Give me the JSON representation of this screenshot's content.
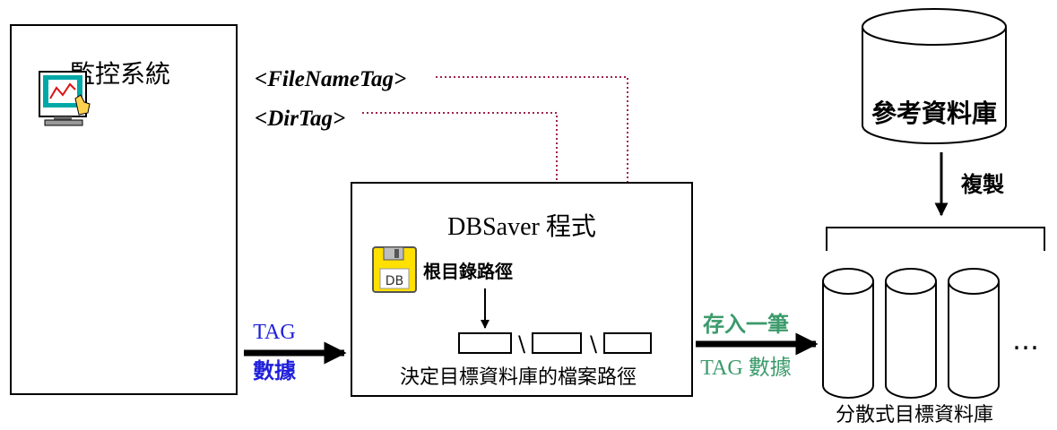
{
  "scada": {
    "title": "監控系統"
  },
  "tags": {
    "file_name_tag": "<FileNameTag>",
    "dir_tag": "<DirTag>"
  },
  "ref_db": {
    "label": "參考資料庫"
  },
  "copy": {
    "label": "複製"
  },
  "dbsaver": {
    "title": "DBSaver 程式",
    "floppy_text": "DB",
    "root_path": "根目錄路徑",
    "separator": "\\",
    "caption": "決定目標資料庫的檔案路徑"
  },
  "input_arrow": {
    "line1": "TAG",
    "line2": "數據"
  },
  "output_arrow": {
    "line1": "存入一筆",
    "line2": "TAG 數據"
  },
  "distributed": {
    "ellipsis": "…",
    "caption": "分散式目標資料庫"
  },
  "colors": {
    "blue": "#1f1fdb",
    "green": "#3c9a6b",
    "dotted": "#a0224c",
    "dark_red": "#8b0000"
  }
}
